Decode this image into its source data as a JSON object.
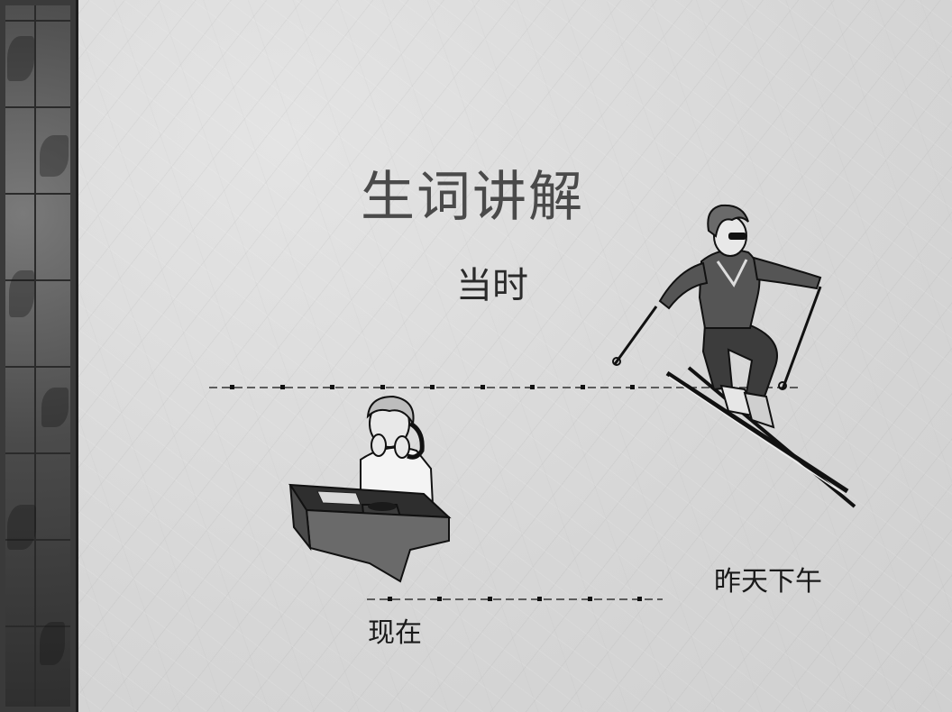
{
  "slide": {
    "title": "生词讲解",
    "subtitle": "当时",
    "labels": {
      "yesterday_afternoon": "昨天下午",
      "now": "现在"
    }
  },
  "icons": {
    "skier": "skier-clipart-icon",
    "desk_person": "person-on-phone-at-desk-clipart-icon"
  },
  "colors": {
    "background": "#d6d6d6",
    "title": "#4a4a4a",
    "text": "#1a1a1a",
    "strip": "#3a3a3a"
  }
}
